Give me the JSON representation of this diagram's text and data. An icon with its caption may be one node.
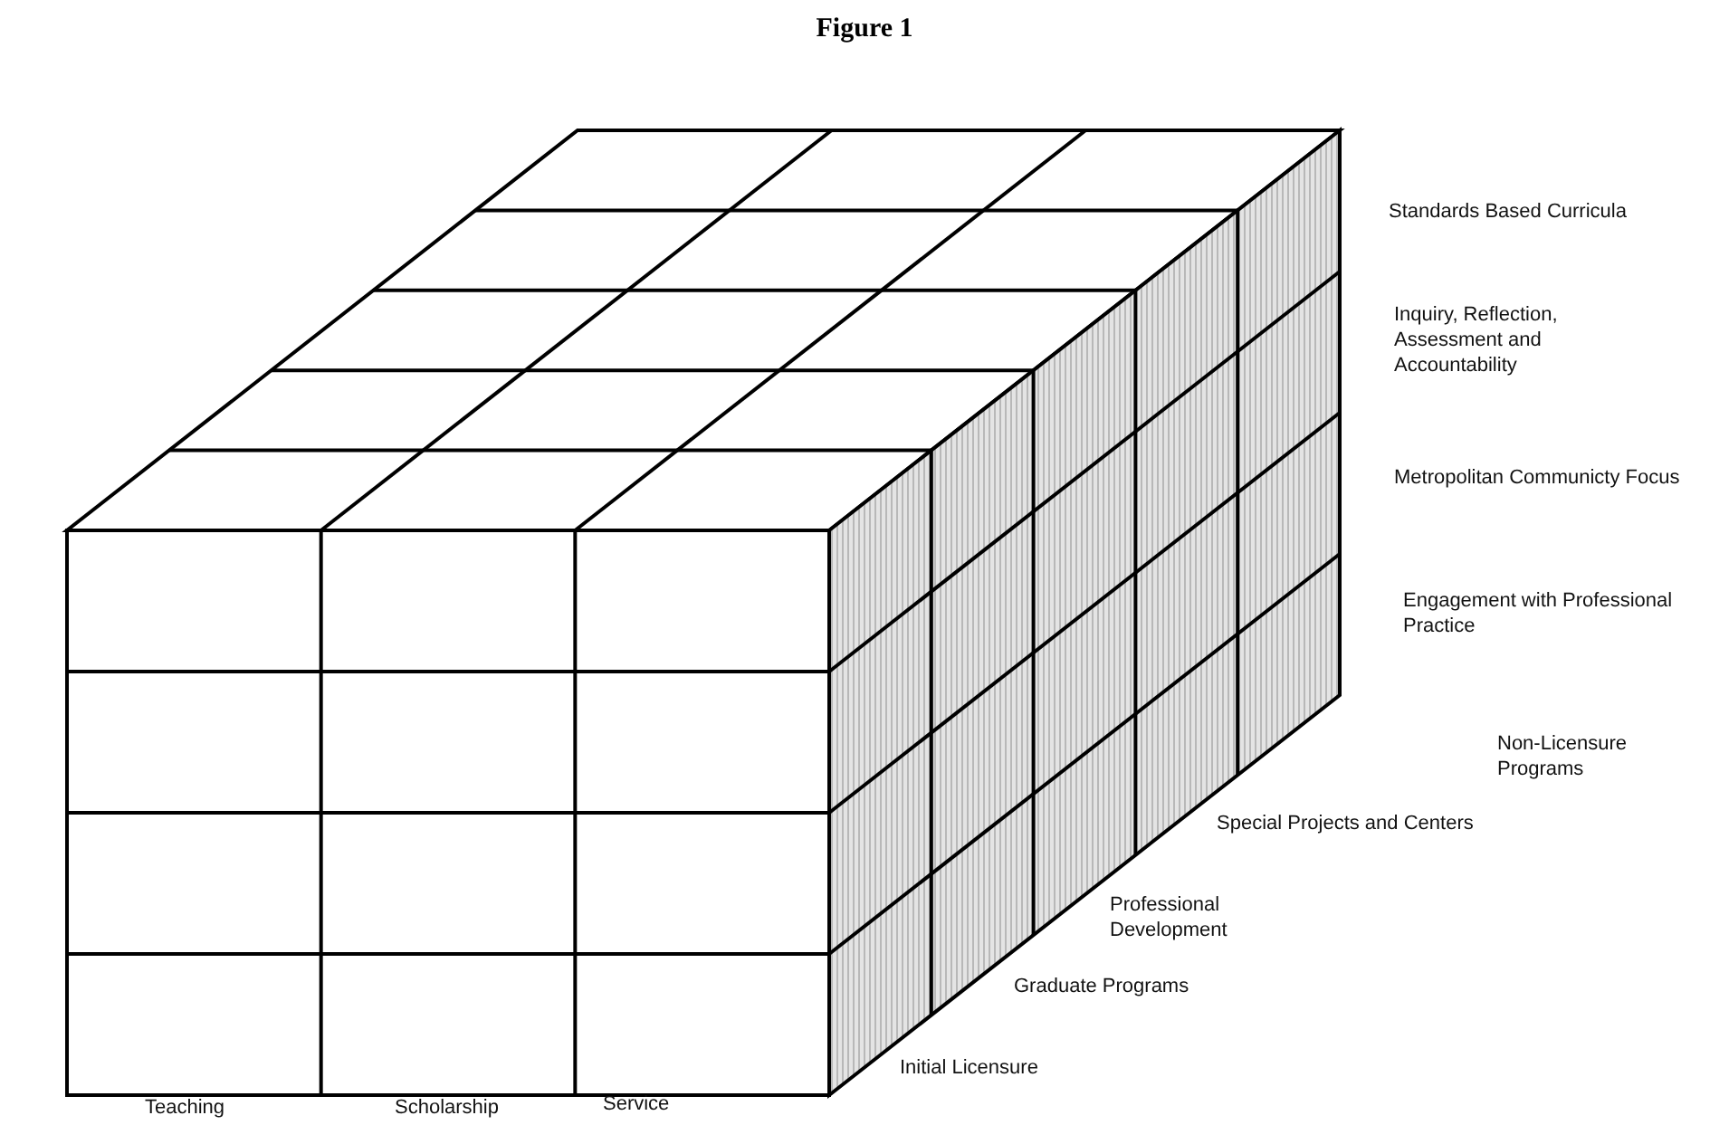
{
  "diagram": {
    "title": "Figure 1",
    "labels": [
      "Standards Based Curricula",
      "Inquiry, Reflection, Assessment and Accountability",
      "Metropolitan Communicty Focus",
      "Engagement with Professional Practice",
      "Non-Licensure Programs",
      "Special Projects and Centers",
      "Professional Development",
      "Graduate Programs",
      "Initial Licensure",
      "Teaching",
      "Scholarship",
      "Service"
    ]
  }
}
